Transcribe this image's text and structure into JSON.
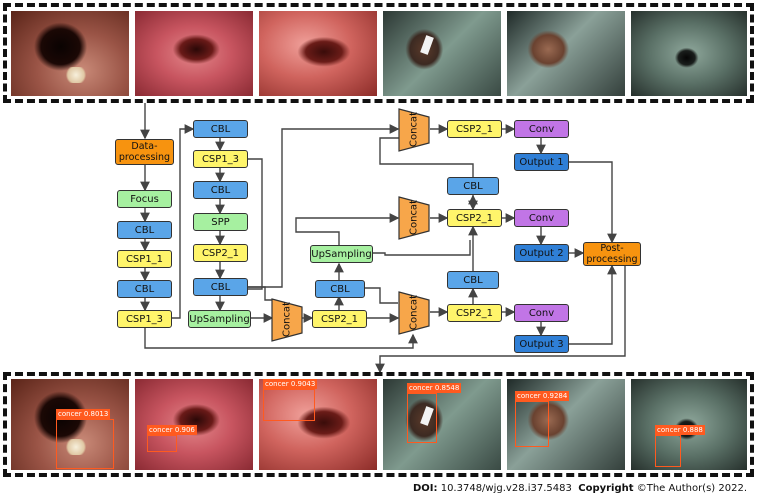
{
  "top_strip": {
    "images": [
      {
        "kind": "endoscopy-white-light-1"
      },
      {
        "kind": "endoscopy-white-light-2"
      },
      {
        "kind": "endoscopy-white-light-3"
      },
      {
        "kind": "endoscopy-nbi-1"
      },
      {
        "kind": "endoscopy-white-light-4"
      },
      {
        "kind": "endoscopy-nbi-2"
      }
    ]
  },
  "nodes": {
    "dataprocessing": "Data-\nprocessing",
    "focus": "Focus",
    "cbl_a": "CBL",
    "csp1_1": "CSP1_1",
    "cbl_b": "CBL",
    "csp1_3_a": "CSP1_3",
    "cbl_c": "CBL",
    "csp1_3_b": "CSP1_3",
    "cbl_d": "CBL",
    "spp": "SPP",
    "csp2_1_a": "CSP2_1",
    "cbl_e": "CBL",
    "upsampling_a": "UpSampling",
    "upsampling_b": "UpSampling",
    "cbl_f": "CBL",
    "csp2_1_b": "CSP2_1",
    "concat": "Concat",
    "csp2_1_top": "CSP2_1",
    "csp2_1_mid": "CSP2_1",
    "csp2_1_bot": "CSP2_1",
    "cbl_g": "CBL",
    "cbl_h": "CBL",
    "conv": "Conv",
    "output1": "Output 1",
    "output2": "Output 2",
    "output3": "Output 3",
    "postprocessing": "Post-\nprocessing"
  },
  "bottom_strip": {
    "detections": [
      {
        "label": "concer 0.8013"
      },
      {
        "label": "concer 0.906"
      },
      {
        "label": "concer 0.9043"
      },
      {
        "label": "concer 0.8548"
      },
      {
        "label": "concer 0.9284"
      },
      {
        "label": "concer 0.888"
      }
    ]
  },
  "footer": {
    "doi_label": "DOI:",
    "doi_value": "10.3748/wjg.v28.i37.5483",
    "copyright_label": "Copyright",
    "copyright_value": "©The Author(s) 2022."
  },
  "colors": {
    "cbl": "#5aa5e8",
    "csp": "#fff56b",
    "green": "#a6f0a0",
    "orange": "#f7930f",
    "conv": "#c175e6",
    "output": "#2f7fd6",
    "detection": "#ff5a1f"
  }
}
